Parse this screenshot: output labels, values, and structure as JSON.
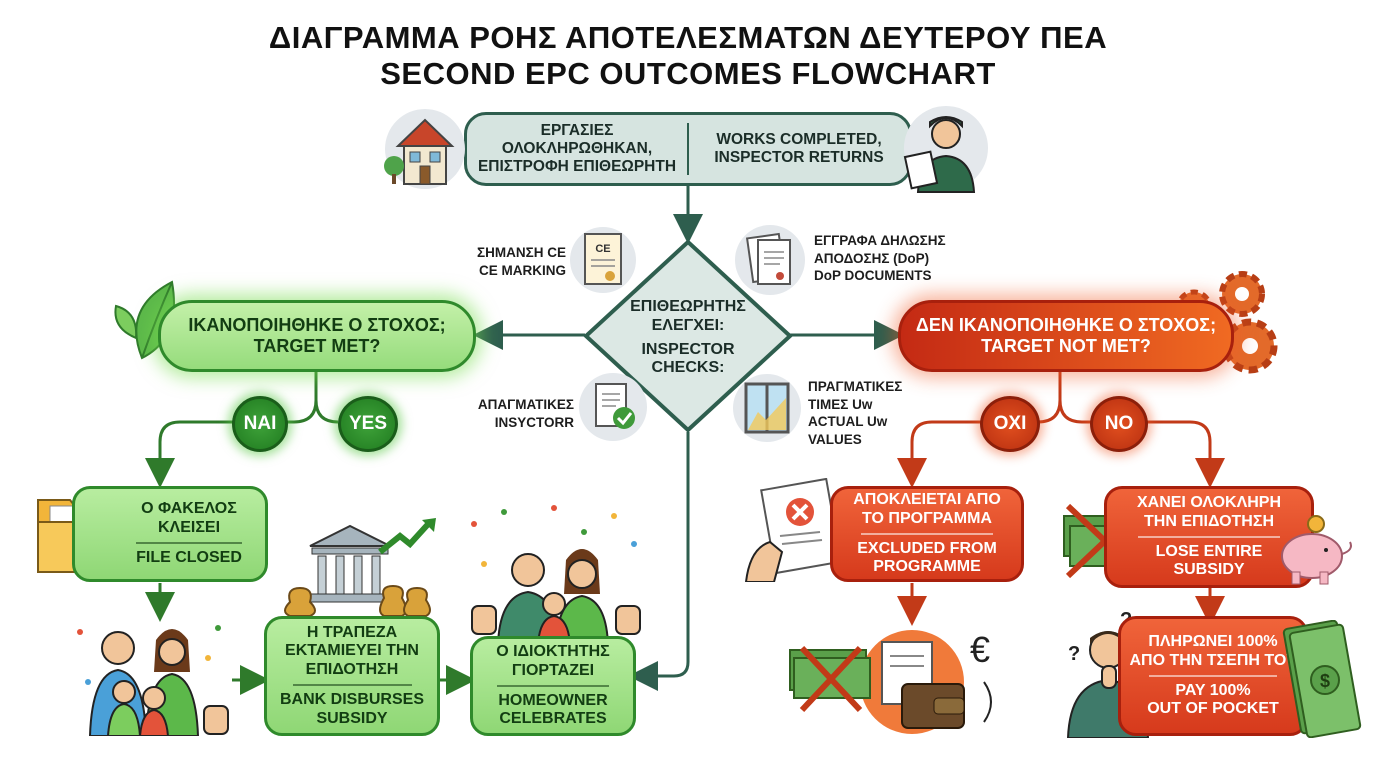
{
  "title": {
    "greek": "ΔΙΑΓΡΑΜΜΑ ΡΟΗΣ ΑΠΟΤΕΛΕΣΜΑΤΩΝ ΔΕΥΤΕΡΟΥ ΠΕΑ",
    "english": "SECOND EPC OUTCOMES FLOWCHART"
  },
  "start": {
    "greek": [
      "ΕΡΓΑΣΙΕΣ",
      "ΟΛΟΚΛΗΡΩΘΗΚΑΝ,",
      "ΕΠΙΣΤΡΟΦΗ ΕΠΙΘΕΩΡΗΤΗ"
    ],
    "english": [
      "WORKS COMPLETED,",
      "INSPECTOR RETURNS"
    ]
  },
  "decision": {
    "lines": [
      "ΕΠΙΘΕΩΡΗΤΗΣ",
      "ΕΛΕΓΧΕΙ:",
      "INSPECTOR",
      "CHECKS:"
    ]
  },
  "checks": {
    "ce": [
      "ΣΗΜΑΝΣΗ CE",
      "CE MARKING"
    ],
    "dop": [
      "ΕΓΓΡΑΦΑ ΔΗΛΩΣΗΣ",
      "ΑΠΟΔΟΣΗΣ (DoP)",
      "DoP DOCUMENTS"
    ],
    "invoices": [
      "ΑΠΑΓΜΑΤΙΚΕΣ",
      "INSYCTORR"
    ],
    "uw": [
      "ΠΡΑΓΜΑΤΙΚΕΣ",
      "ΤΙΜΕΣ Uw",
      "ACTUAL Uw",
      "VALUES"
    ]
  },
  "target_met": [
    "ΙΚΑΝΟΠΟΙΗΘΗΚΕ Ο ΣΤΟΧΟΣ;",
    "TARGET MET?"
  ],
  "target_not_met": [
    "ΔΕΝ ΙΚΑΝΟΠΟΙΗΘΗΚΕ Ο ΣΤΟΧΟΣ;",
    "TARGET NOT MET?"
  ],
  "yes": {
    "greek": "ΝΑΙ",
    "english": "YES"
  },
  "no": {
    "greek": "ΟΧΙ",
    "english": "NO"
  },
  "file_closed": {
    "greek": [
      "Ο ΦΑΚΕΛΟΣ",
      "ΚΛΕΙΣΕΙ"
    ],
    "english": [
      "FILE CLOSED"
    ]
  },
  "bank": {
    "greek": [
      "Η ΤΡΑΠΕΖΑ",
      "ΕΚΤΑΜΙΕΥΕΙ ΤΗΝ",
      "ΕΠΙΔΟΤΗΣΗ"
    ],
    "english": [
      "BANK DISBURSES",
      "SUBSIDY"
    ]
  },
  "celebrate": {
    "greek": [
      "Ο ΙΔΙΟΚΤΗΤΗΣ",
      "ΓΙΟΡΤΑΖΕΙ"
    ],
    "english": [
      "HOMEOWNER",
      "CELEBRATES"
    ]
  },
  "excluded": {
    "greek": [
      "ΑΠΟΚΛΕΙΕΤΑΙ ΑΠΟ",
      "ΤΟ ΠΡΟΓΡΑΜΜΑ"
    ],
    "english": [
      "EXCLUDED FROM",
      "PROGRAMME"
    ]
  },
  "lose": {
    "greek": [
      "ΧΑΝΕΙ ΟΛΟΚΛΗΡΗ",
      "ΤΗΝ ΕΠΙΔΟΤΗΣΗ"
    ],
    "english": [
      "LOSE ENTIRE",
      "SUBSIDY"
    ]
  },
  "pay": {
    "greek": [
      "ΠΛΗΡΩΝΕΙ 100%",
      "ΑΠΟ ΤΗΝ ΤΣΕΠΗ ΤΟΥ"
    ],
    "english": [
      "PAY 100%",
      "OUT OF POCKET"
    ]
  },
  "symbols": {
    "euro": "€",
    "question": "?",
    "dollar": "$",
    "ce_mark": "CE"
  },
  "colors": {
    "green_border": "#2f8a2b",
    "red_border": "#a8200d",
    "teal": "#2e5e4e",
    "start_bg": "#d6e4e0"
  }
}
